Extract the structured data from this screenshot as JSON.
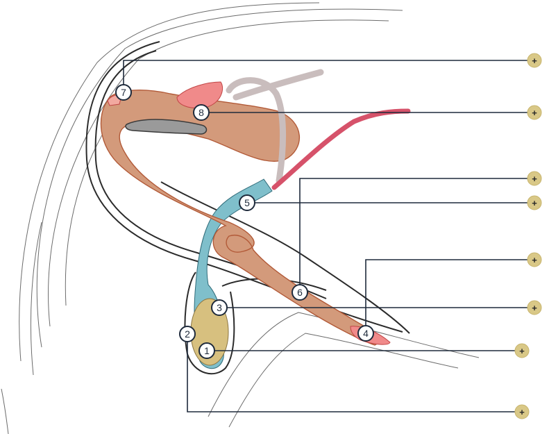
{
  "labels": [
    {
      "number": "1",
      "plus": "+"
    },
    {
      "number": "2",
      "plus": "+"
    },
    {
      "number": "3",
      "plus": "+"
    },
    {
      "number": "4",
      "plus": "+"
    },
    {
      "number": "5",
      "plus": "+"
    },
    {
      "number": "6",
      "plus": "+"
    },
    {
      "number": "7",
      "plus": "+"
    },
    {
      "number": "8",
      "plus": "+"
    }
  ],
  "colors": {
    "tract": "#d39a7b",
    "tract_outline": "#b25a38",
    "testis": "#d7c07f",
    "epididymis": "#7fbfcb",
    "vas_gray": "#c9bdbd",
    "artery": "#d6526a",
    "pink_tissue": "#f08a8a",
    "leader": "#1e2a3b",
    "plus_fill": "#d9c887"
  }
}
